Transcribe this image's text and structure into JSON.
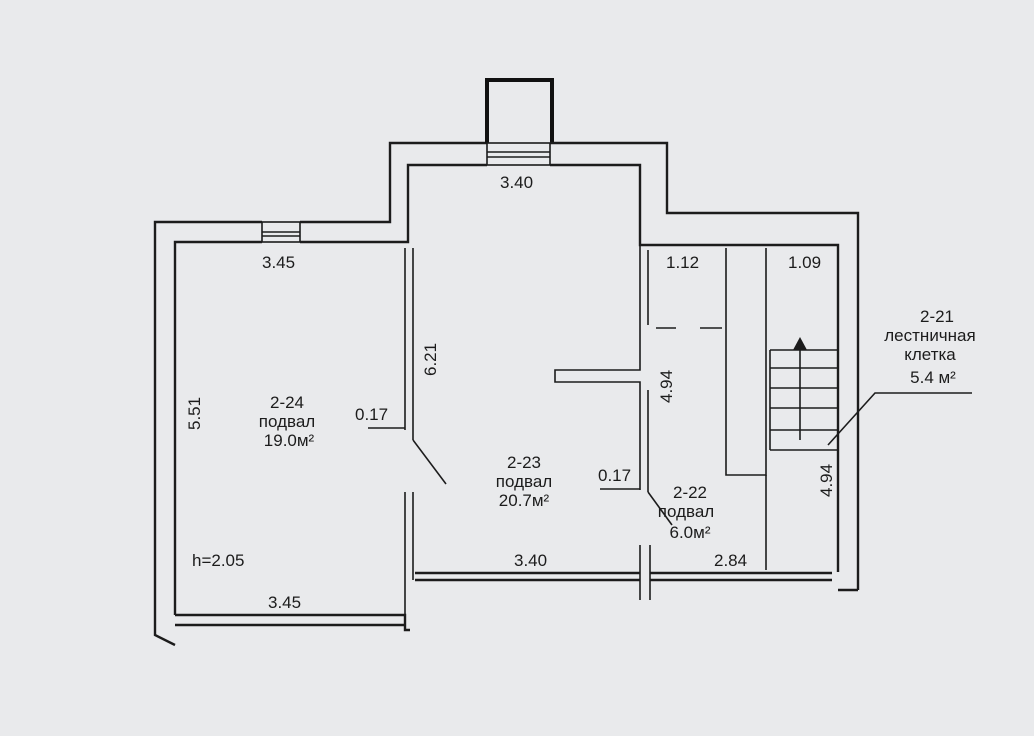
{
  "rooms": {
    "r24": {
      "number": "2-24",
      "type": "подвал",
      "area": "19.0м²"
    },
    "r23": {
      "number": "2-23",
      "type": "подвал",
      "area": "20.7м²"
    },
    "r22": {
      "number": "2-22",
      "type": "подвал",
      "area": "6.0м²"
    },
    "r21": {
      "number": "2-21",
      "type": "лестничная",
      "type2": "клетка",
      "area": "5.4 м²"
    }
  },
  "dimensions": {
    "r24_top_width": "3.45",
    "r24_bottom_width": "3.45",
    "r24_height": "5.51",
    "r24_ceiling": "h=2.05",
    "r23_top_width": "3.40",
    "r23_bottom_width": "3.40",
    "r23_height": "6.21",
    "wall_left_thickness": "0.17",
    "wall_mid_thickness": "0.17",
    "r22_top_width": "1.12",
    "r22_height": "4.94",
    "r22_bottom_width": "2.84",
    "r21_top_width": "1.09",
    "r21_height": "4.94"
  }
}
